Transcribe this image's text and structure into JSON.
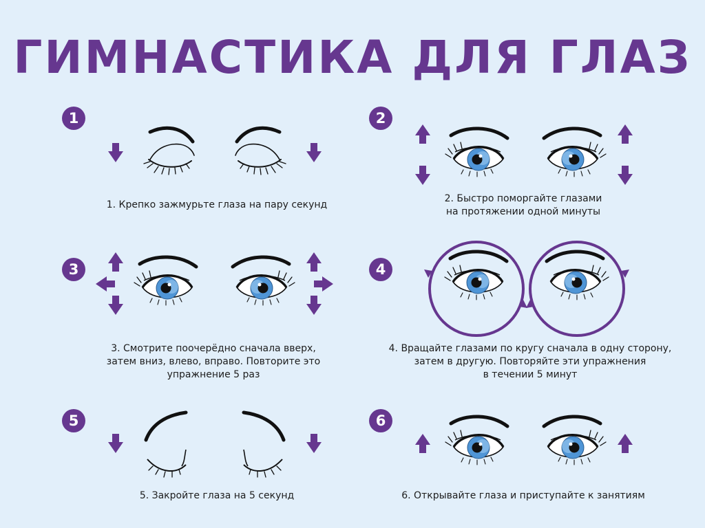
{
  "title": "ГИМНАСТИКА ДЛЯ ГЛАЗ",
  "colors": {
    "background": "#e2effa",
    "accent": "#66378f",
    "iris": "#4f95d6",
    "iris_light": "#9ecbf0",
    "text": "#1d1d1d"
  },
  "exercises": [
    {
      "number": "1",
      "caption": "1. Крепко зажмурьте глаза на пару секунд",
      "eyes": "closed",
      "arrows": [
        "arrow-down-icon",
        "arrow-down-icon"
      ]
    },
    {
      "number": "2",
      "caption": "2. Быстро поморгайте глазами\nна протяжении одной минуты",
      "eyes": "open",
      "arrows": [
        "arrow-up-icon",
        "arrow-down-icon",
        "arrow-up-icon",
        "arrow-down-icon"
      ]
    },
    {
      "number": "3",
      "caption": "3. Смотрите поочерёдно сначала вверх,\nзатем вниз, влево, вправо. Повторите это\nупражнение 5 раз",
      "eyes": "open",
      "arrows": [
        "arrow-up-icon",
        "arrow-left-icon",
        "arrow-down-icon",
        "arrow-up-icon",
        "arrow-right-icon",
        "arrow-down-icon"
      ]
    },
    {
      "number": "4",
      "caption": "4. Вращайте глазами по кругу сначала в одну сторону,\nзатем в другую. Повторяйте эти упражнения\nв течении 5 минут",
      "eyes": "open",
      "arrows": [
        "circular-arrow-icon",
        "circular-arrow-icon"
      ]
    },
    {
      "number": "5",
      "caption": "5. Закройте глаза на 5 секунд",
      "eyes": "closed",
      "arrows": [
        "arrow-down-icon",
        "arrow-down-icon"
      ]
    },
    {
      "number": "6",
      "caption": "6. Открывайте глаза и приступайте к занятиям",
      "eyes": "open",
      "arrows": [
        "arrow-up-icon",
        "arrow-up-icon"
      ]
    }
  ]
}
